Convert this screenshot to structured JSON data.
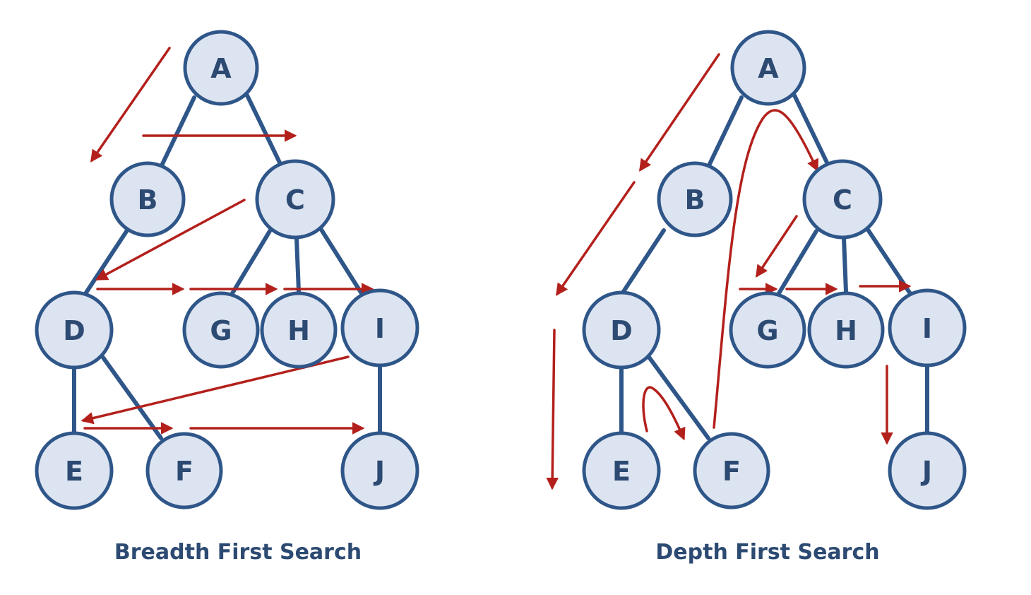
{
  "diagrams": [
    {
      "caption": "Breadth First Search",
      "nodes": [
        "A",
        "B",
        "C",
        "D",
        "G",
        "H",
        "I",
        "E",
        "F",
        "J"
      ],
      "edges": [
        [
          "A",
          "B"
        ],
        [
          "A",
          "C"
        ],
        [
          "B",
          "D"
        ],
        [
          "C",
          "G"
        ],
        [
          "C",
          "H"
        ],
        [
          "C",
          "I"
        ],
        [
          "D",
          "E"
        ],
        [
          "D",
          "F"
        ],
        [
          "I",
          "J"
        ]
      ],
      "traversal": [
        "A",
        "B",
        "C",
        "D",
        "G",
        "H",
        "I",
        "E",
        "F",
        "J"
      ]
    },
    {
      "caption": "Depth First Search",
      "nodes": [
        "A",
        "B",
        "C",
        "D",
        "G",
        "H",
        "I",
        "E",
        "F",
        "J"
      ],
      "edges": [
        [
          "A",
          "B"
        ],
        [
          "A",
          "C"
        ],
        [
          "B",
          "D"
        ],
        [
          "C",
          "G"
        ],
        [
          "C",
          "H"
        ],
        [
          "C",
          "I"
        ],
        [
          "D",
          "E"
        ],
        [
          "D",
          "F"
        ],
        [
          "I",
          "J"
        ]
      ],
      "traversal": [
        "A",
        "B",
        "D",
        "E",
        "F",
        "C",
        "G",
        "H",
        "I",
        "J"
      ]
    }
  ],
  "colors": {
    "node_fill": "#dde4f1",
    "node_stroke": "#2f5689",
    "label": "#2c4a72",
    "arrow": "#b3201c"
  }
}
